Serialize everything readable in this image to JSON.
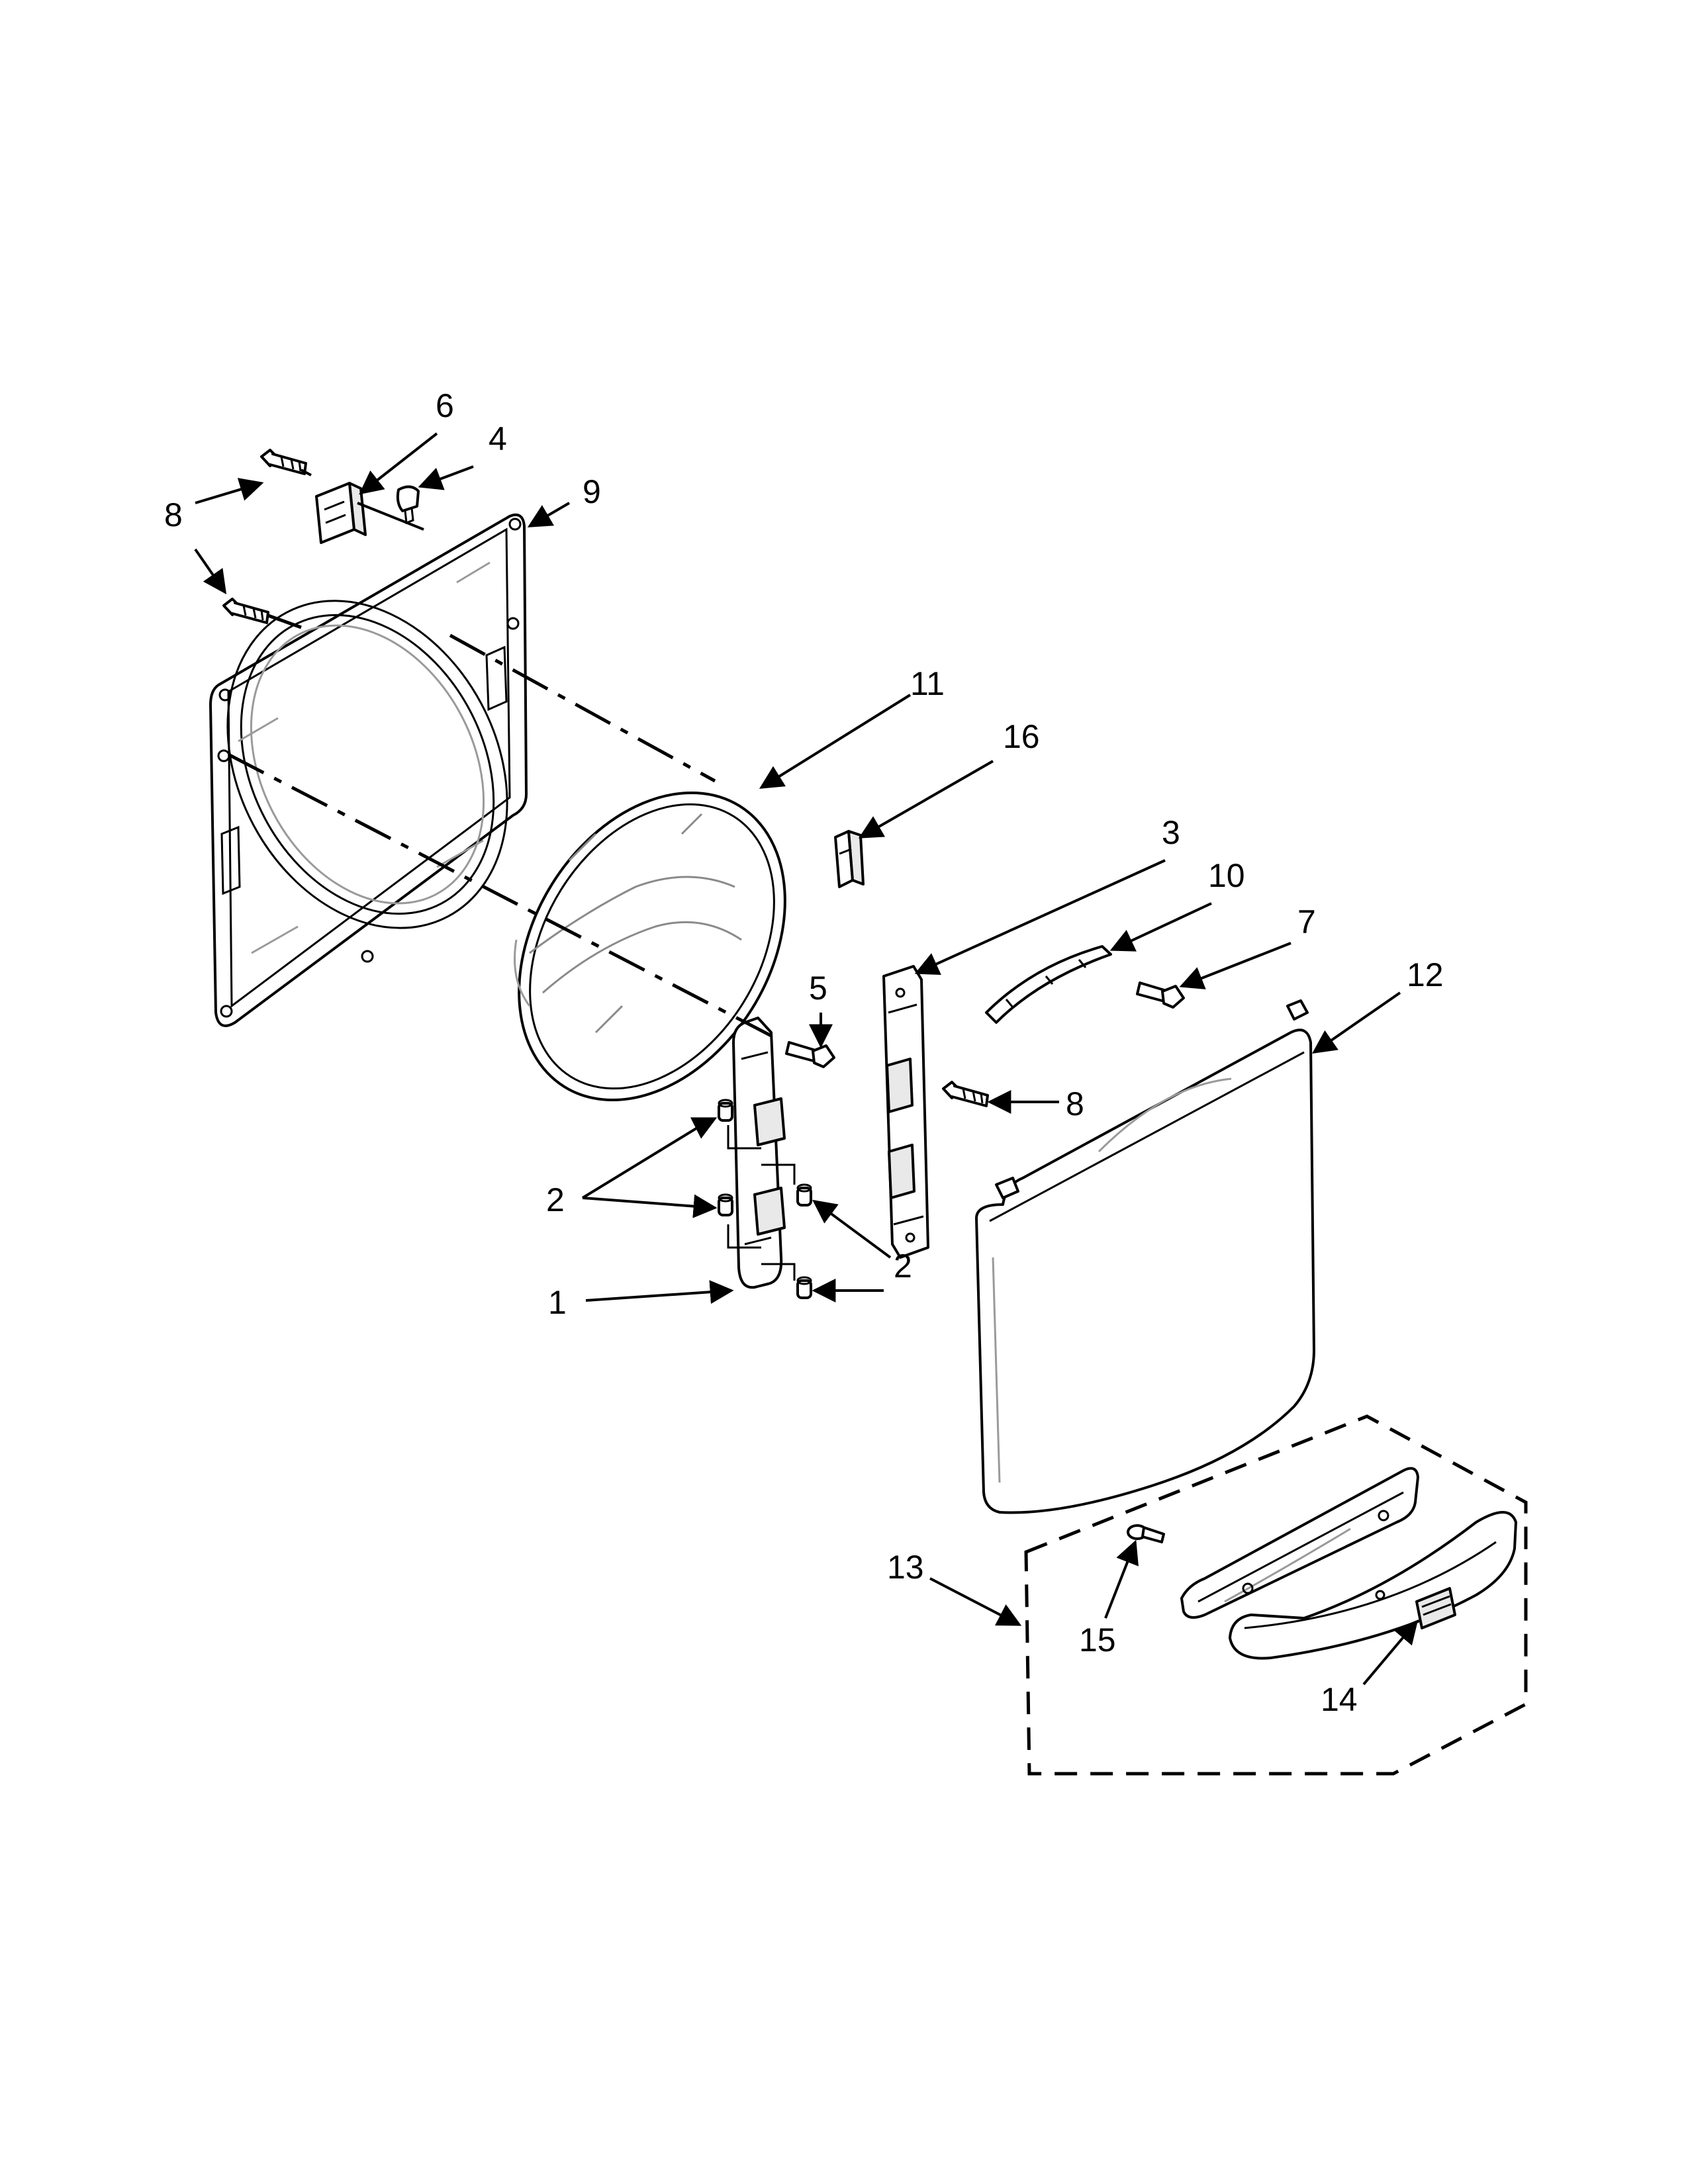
{
  "colors": {
    "line": "#000000",
    "paper": "#ffffff",
    "shade": "#9a9a9a",
    "fill_gray": "#e9e9e9"
  },
  "callouts": {
    "c1": "1",
    "c2a": "2",
    "c2b": "2",
    "c3": "3",
    "c4": "4",
    "c5": "5",
    "c6": "6",
    "c7": "7",
    "c8a": "8",
    "c8b": "8",
    "c9": "9",
    "c10": "10",
    "c11": "11",
    "c12": "12",
    "c13": "13",
    "c14": "14",
    "c15": "15",
    "c16": "16"
  }
}
